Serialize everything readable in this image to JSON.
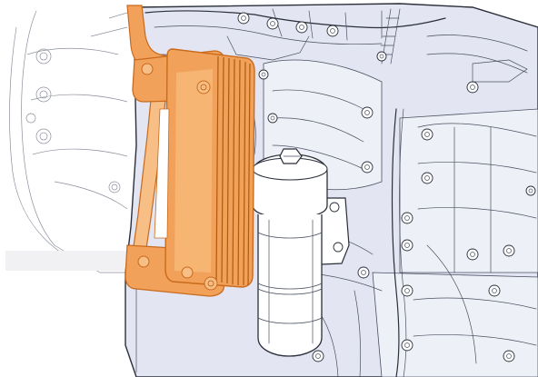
{
  "colors": {
    "background": "#ffffff",
    "engine_fill": "#e3e5f2",
    "engine_fill_light": "#eef0f8",
    "outline": "#2a2f3a",
    "cooler_orange": "#f2a15a",
    "cooler_orange_light": "#f7be86",
    "cooler_orange_dark": "#c96a1c",
    "filter_fill": "#ffffff"
  },
  "parts": {
    "highlighted": "oil-cooler",
    "housing": "oil-filter-housing",
    "block": "engine-block"
  }
}
